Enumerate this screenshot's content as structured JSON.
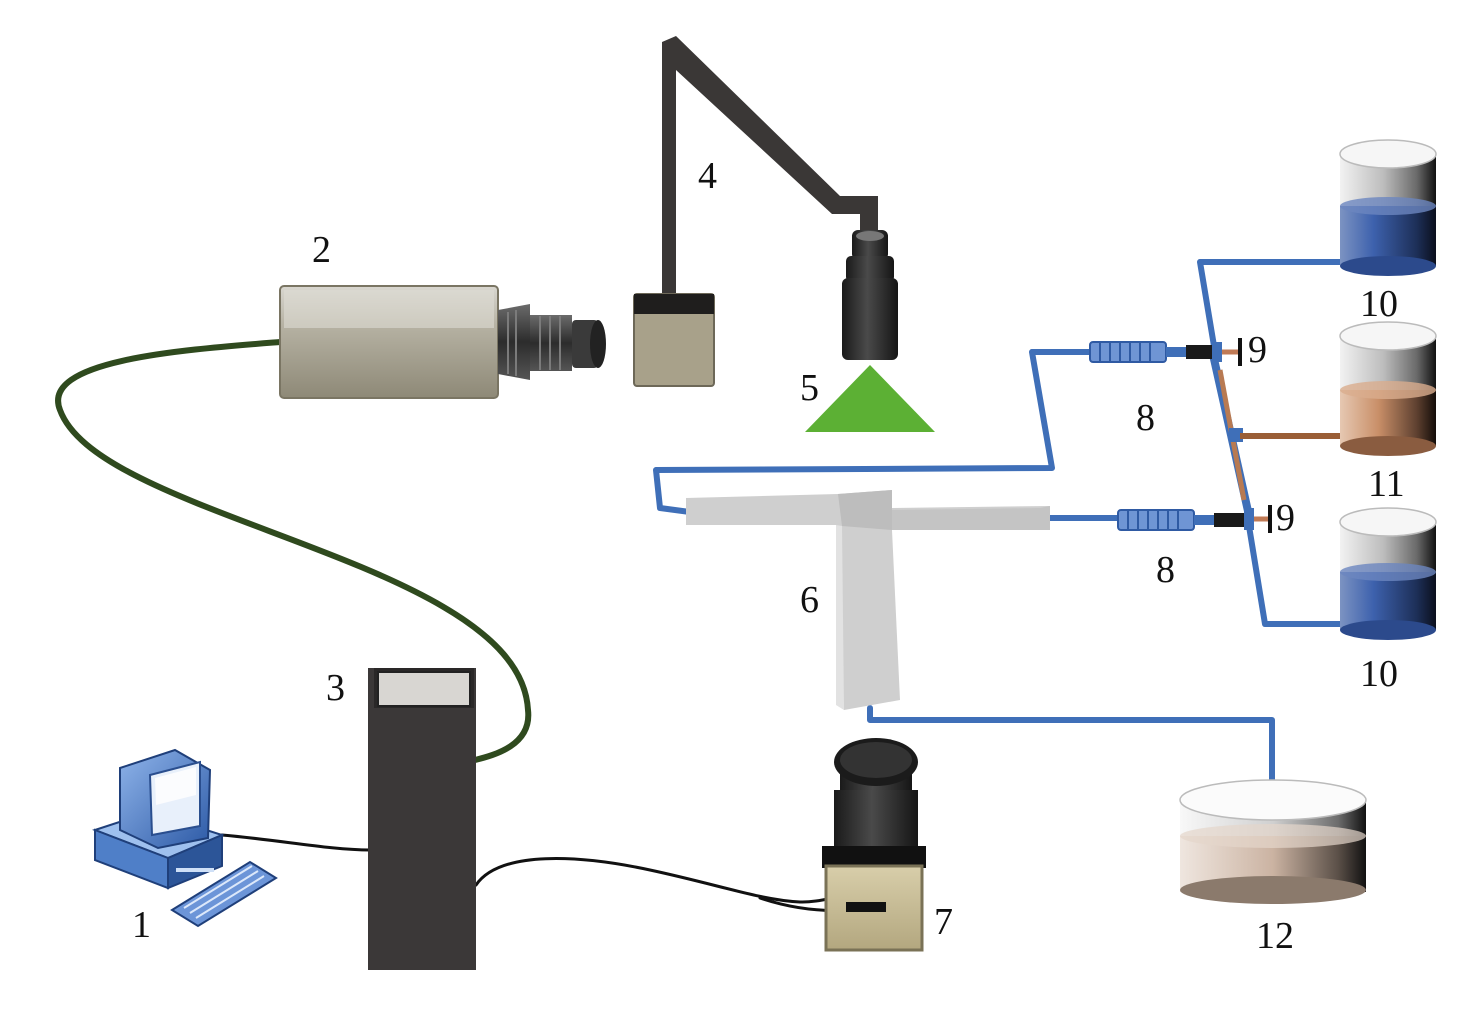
{
  "labels": {
    "computer": "1",
    "camera": "2",
    "controller": "3",
    "stand": "4",
    "light_source": "5",
    "chip": "6",
    "laser": "7",
    "syringe_upper": "8",
    "syringe_lower": "8",
    "valve_upper": "9",
    "valve_lower": "9",
    "reservoir_top": "10",
    "reservoir_bottom": "10",
    "reservoir_middle": "11",
    "waste_tank": "12"
  },
  "colors": {
    "camera_body": "#a39e8c",
    "tube_blue": "#3f6fb8",
    "cable_green": "#2f4a1e",
    "cable_black": "#111111",
    "light_cone": "#5cb034",
    "chip_gray": "#cfcfcf",
    "dark_gray": "#3b3838",
    "liquid_blue": "#3a5fa8",
    "liquid_orange": "#c8906a",
    "liquid_beige": "#d8c2b2"
  }
}
